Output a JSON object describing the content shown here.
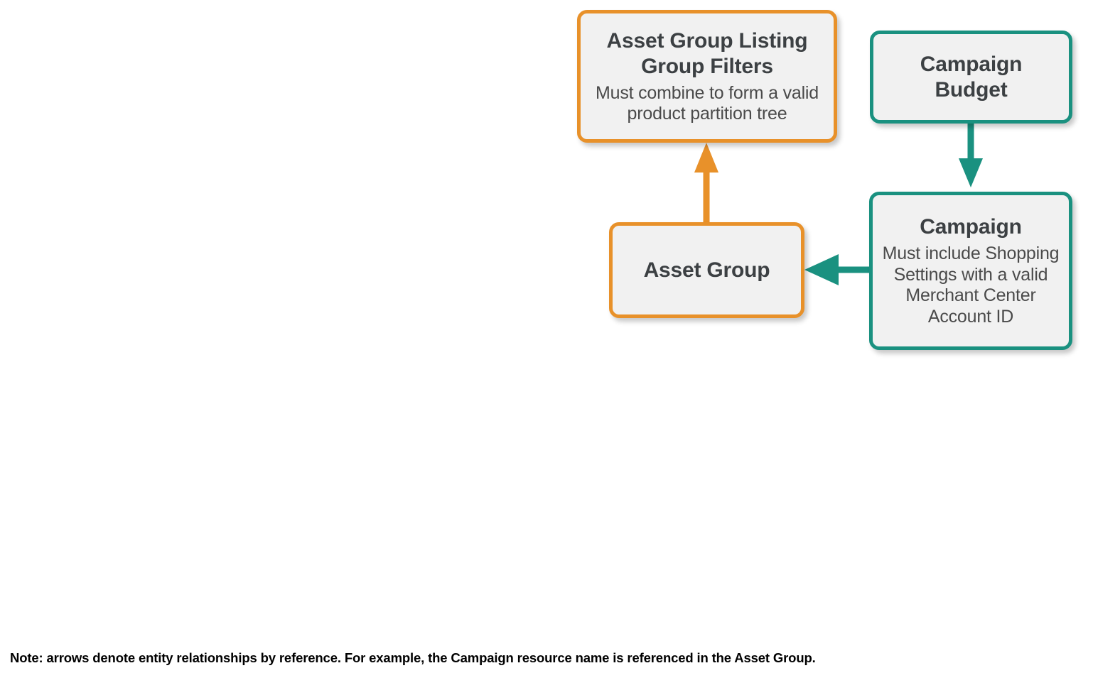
{
  "diagram": {
    "colors": {
      "orange": "#e8912a",
      "teal": "#1a9180",
      "node_fill": "#f1f1f1",
      "title_text": "#3c4043",
      "subtitle_text": "#4a4a4a",
      "background": "#ffffff"
    },
    "nodes": [
      {
        "id": "asset-group-listing-group-filters",
        "title": "Asset Group Listing Group Filters",
        "subtitle": "Must combine to form a valid product partition tree",
        "color": "orange"
      },
      {
        "id": "campaign-budget",
        "title": "Campaign Budget",
        "subtitle": "",
        "color": "teal"
      },
      {
        "id": "asset-group",
        "title": "Asset Group",
        "subtitle": "",
        "color": "orange"
      },
      {
        "id": "campaign",
        "title": "Campaign",
        "subtitle": "Must include Shopping Settings with a valid Merchant Center Account ID",
        "color": "teal"
      }
    ],
    "edges": [
      {
        "id": "asset-group-to-listing-group-filters",
        "from": "asset-group",
        "to": "asset-group-listing-group-filters",
        "direction": "up",
        "color": "orange"
      },
      {
        "id": "campaign-budget-to-campaign",
        "from": "campaign-budget",
        "to": "campaign",
        "direction": "down",
        "color": "teal"
      },
      {
        "id": "campaign-to-asset-group",
        "from": "campaign",
        "to": "asset-group",
        "direction": "left",
        "color": "teal"
      }
    ],
    "footnote": "Note: arrows denote entity relationships by reference. For example, the Campaign resource name is referenced in the Asset Group."
  }
}
